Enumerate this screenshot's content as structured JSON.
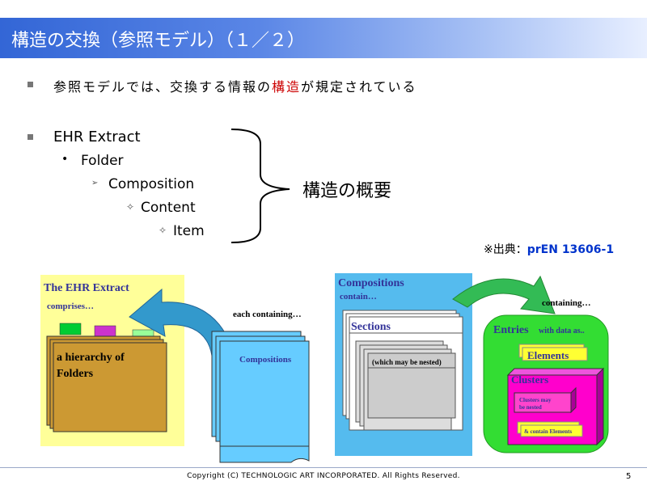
{
  "slide": {
    "title": "構造の交換（参照モデル）（１／２）",
    "bullet1": "参照モデルでは、交換する情報の",
    "bullet1_highlight": "構造",
    "bullet1_tail": "が規定されている",
    "list": {
      "l1": "EHR Extract",
      "l2": "Folder",
      "l3": "Composition",
      "l4": "Content",
      "l5": "Item"
    },
    "summary": "構造の概要",
    "source_prefix": "※出典：",
    "source_ref": "prEN 13606-1"
  },
  "diagram": {
    "ehr_title": "The EHR Extract",
    "comprises": "comprises…",
    "hierarchy_line1": "a hierarchy of",
    "hierarchy_line2": "Folders",
    "each_containing": "each containing…",
    "compositions_label": "Compositions",
    "compositions_header": "Compositions",
    "contain": "contain…",
    "sections": "Sections",
    "nested": "(which may be nested)",
    "containing": "containing…",
    "entries": "Entries",
    "with_data": "with data as..",
    "elements": "Elements",
    "clusters": "Clusters",
    "clusters_nested_1": "Clusters may",
    "clusters_nested_2": "be nested",
    "contain_elements": "& contain Elements"
  },
  "footer": {
    "copyright": "Copyright (C) TECHNOLOGIC ART INCORPORATED. All Rights Reserved.",
    "page": "5"
  },
  "colors": {
    "title_start": "#3366d6",
    "highlight_red": "#cc0000",
    "source_blue": "#0033cc",
    "ehr_bg": "#ffff99",
    "folder": "#cc9933",
    "compositions_bg": "#55bbee",
    "entries_bg": "#33dd33",
    "elements": "#ffff33",
    "clusters": "#ff00cc"
  }
}
